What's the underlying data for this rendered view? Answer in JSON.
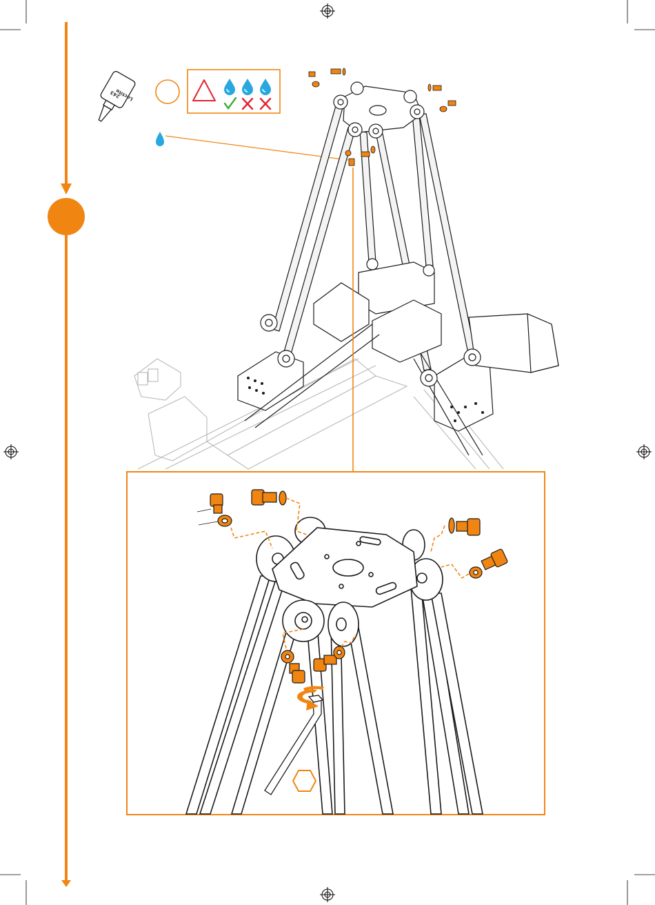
{
  "page": {
    "accent_color": "#F08511",
    "line_color": "#1a1a1a",
    "drop_color": "#29A8E0",
    "warning_color": "#E3212D",
    "check_color": "#3BAA35"
  },
  "glue_panel": {
    "bottle_label_line1": "Loctite",
    "bottle_label_line2": "243",
    "drops_total": 3,
    "drops_ok": 1,
    "icons": [
      "glue-bottle-icon",
      "drop-icon",
      "empty-circle-icon",
      "warning-triangle-icon",
      "check-icon",
      "cross-icon",
      "cross-icon"
    ]
  },
  "step": {
    "marker_icon": "orange-step-circle-icon",
    "arrow_icon": "down-arrow-icon"
  },
  "detail": {
    "tool_icon": "hex-key-icon",
    "rotation_icon": "rotate-arrow-icon",
    "hex_icon": "hexagon-icon"
  },
  "registration_marks": [
    "crosshair-icon",
    "crosshair-icon",
    "crosshair-icon",
    "crosshair-icon"
  ]
}
